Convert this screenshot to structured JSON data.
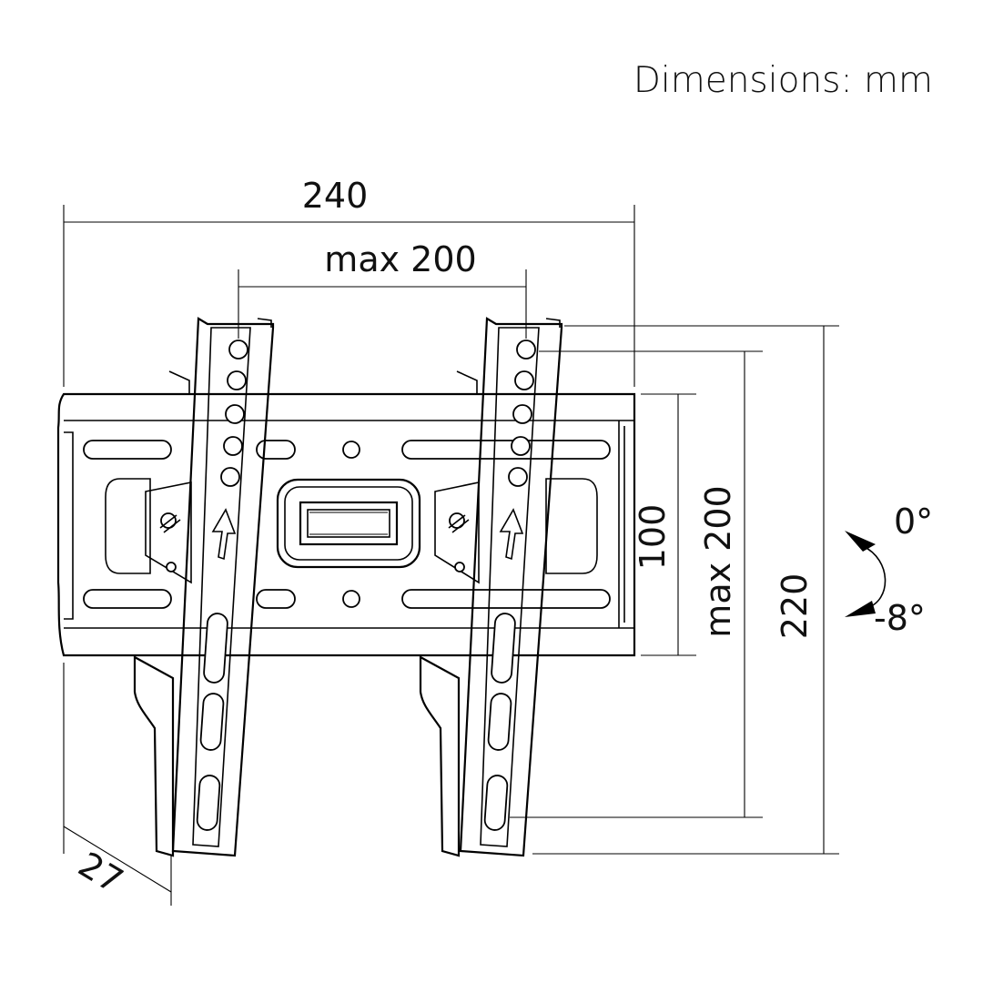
{
  "units_label": "Dimensions: mm",
  "dimensions": {
    "total_width": "240",
    "hole_spacing_h": "max 200",
    "plate_height": "100",
    "hole_spacing_v": "max 200",
    "total_height": "220",
    "depth": "27"
  },
  "tilt": {
    "upper": "0°",
    "lower": "-8°"
  }
}
